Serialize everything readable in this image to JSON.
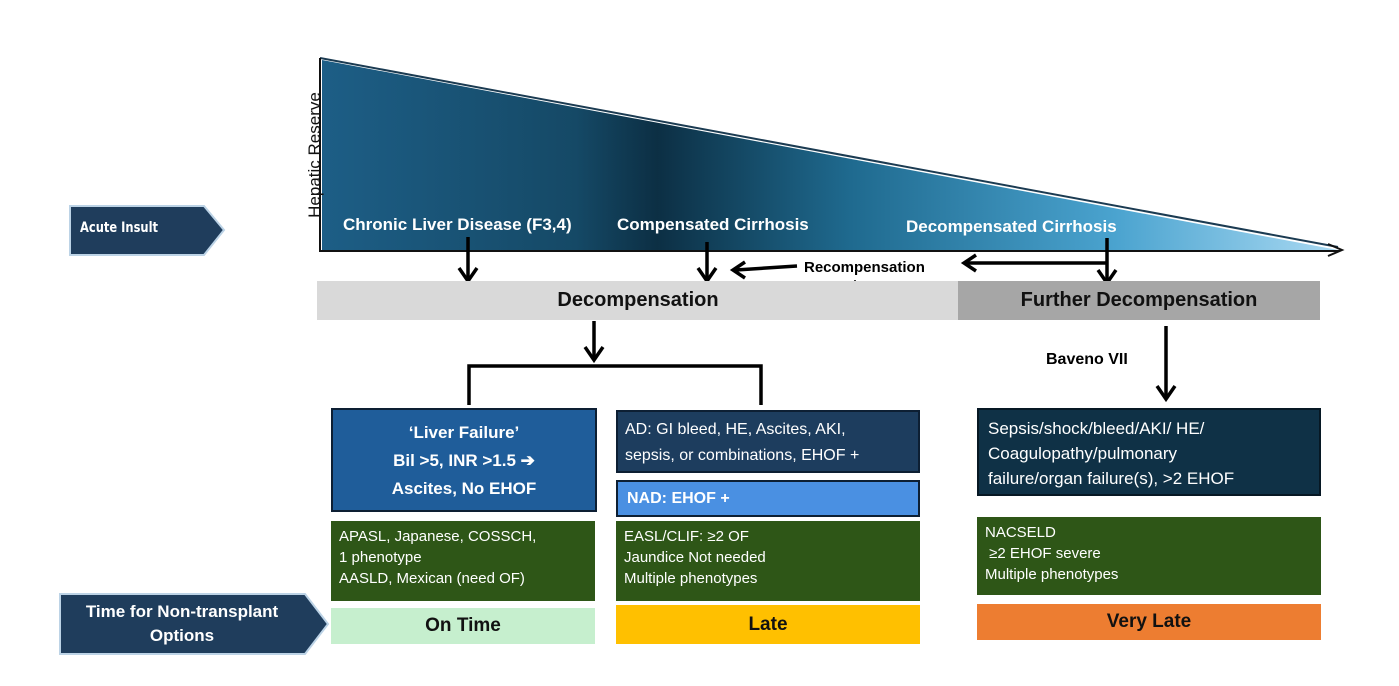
{
  "wedge": {
    "axis_label": "Hepatic Reserve",
    "stage1": "Chronic Liver Disease (F3,4)",
    "stage2": "Compensated Cirrhosis",
    "stage3": "Decompensated Cirrhosis"
  },
  "side": {
    "acute_insult": "Acute Insult",
    "time_line1": "Time for Non-transplant",
    "time_line2": "Options"
  },
  "flow": {
    "recompensation": "Recompensation",
    "decompensation": "Decompensation",
    "further_decompensation": "Further Decompensation",
    "baveno": "Baveno VII"
  },
  "col1": {
    "title": "‘Liver Failure’",
    "line2": "Bil >5, INR >1.5 ➔",
    "line3": "Ascites, No EHOF",
    "criteria": [
      "APASL, Japanese, COSSCH,",
      "1 phenotype",
      "AASLD, Mexican  (need OF)"
    ],
    "timing": "On Time"
  },
  "col2": {
    "ad_line1": "AD: GI bleed, HE, Ascites, AKI,",
    "ad_line2": "sepsis, or combinations, EHOF +",
    "nad": "NAD:  EHOF +",
    "criteria": [
      "EASL/CLIF:  ≥2 OF",
      "Jaundice Not needed",
      "Multiple phenotypes"
    ],
    "timing": "Late"
  },
  "col3": {
    "box_line1": "Sepsis/shock/bleed/AKI/   HE/",
    "box_line2": "Coagulopathy/pulmonary",
    "box_line3": "failure/organ failure(s), >2 EHOF",
    "criteria": [
      "NACSELD",
      " ≥2 EHOF severe",
      "Multiple phenotypes"
    ],
    "timing": "Very Late"
  },
  "colors": {
    "on_time": "#c6efce",
    "late": "#ffc000",
    "very_late": "#ed7d31",
    "criteria_green": "#2e5617",
    "decompensation_bar": "#d9d9d9",
    "further_bar": "#a6a6a6"
  }
}
